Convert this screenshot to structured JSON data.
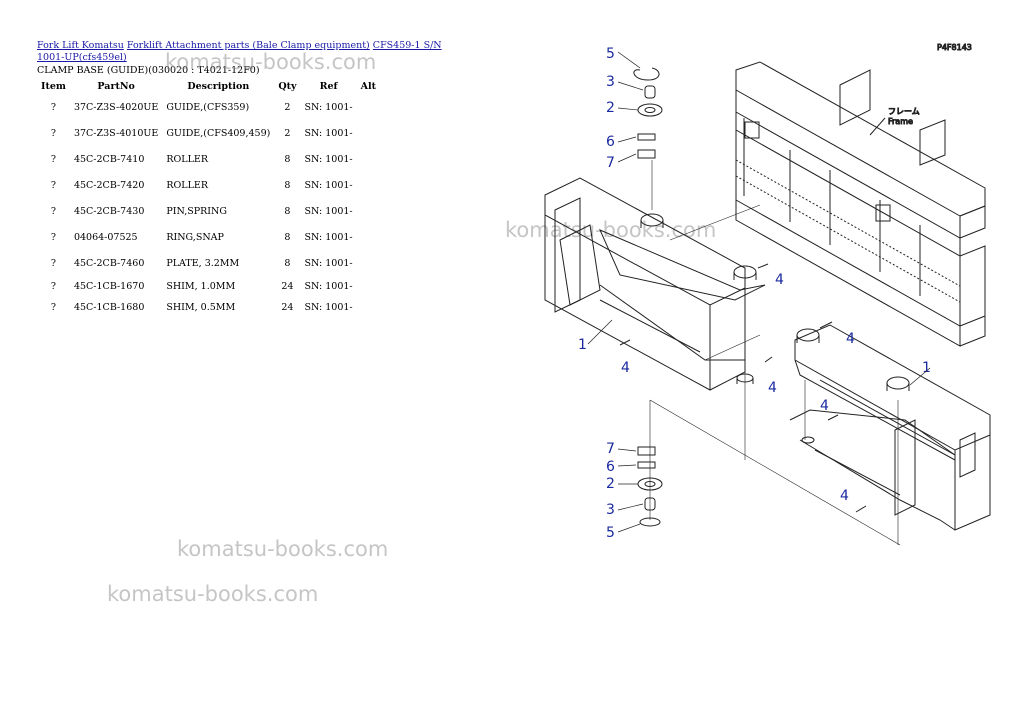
{
  "breadcrumb": {
    "link1": "Fork Lift Komatsu",
    "link2": "Forklift Attachment parts (Bale Clamp equipment)",
    "link3": "CFS459-1 S/N 1001-UP(cfs459el)"
  },
  "page_title": "CLAMP BASE (GUIDE)(030020 : T4021-12F0)",
  "table": {
    "headers": [
      "Item",
      "PartNo",
      "Description",
      "Qty",
      "Ref",
      "Alt"
    ],
    "rows": [
      [
        "?",
        "37C-Z3S-4020UE",
        "GUIDE,(CFS359)",
        "2",
        "SN: 1001-",
        ""
      ],
      [
        "?",
        "37C-Z3S-4010UE",
        "GUIDE,(CFS409,459)",
        "2",
        "SN: 1001-",
        ""
      ],
      [
        "?",
        "45C-2CB-7410",
        "ROLLER",
        "8",
        "SN: 1001-",
        ""
      ],
      [
        "?",
        "45C-2CB-7420",
        "ROLLER",
        "8",
        "SN: 1001-",
        ""
      ],
      [
        "?",
        "45C-2CB-7430",
        "PIN,SPRING",
        "8",
        "SN: 1001-",
        ""
      ],
      [
        "?",
        "04064-07525",
        "RING,SNAP",
        "8",
        "SN: 1001-",
        ""
      ],
      [
        "?",
        "45C-2CB-7460",
        "PLATE, 3.2MM",
        "8",
        "SN: 1001-",
        ""
      ],
      [
        "?",
        "45C-1CB-1670",
        "SHIM, 1.0MM",
        "24",
        "SN: 1001-",
        ""
      ],
      [
        "?",
        "45C-1CB-1680",
        "SHIM, 0.5MM",
        "24",
        "SN: 1001-",
        ""
      ]
    ]
  },
  "watermarks": [
    "komatsu-books.com",
    "komatsu-books.com",
    "komatsu-books.com",
    "komatsu-books.com"
  ],
  "diagram": {
    "ref_code": "P4F8143",
    "frame_jp": "フレーム",
    "frame_en": "Frame",
    "callouts": [
      "5",
      "3",
      "2",
      "6",
      "7",
      "4",
      "1",
      "4",
      "4",
      "4",
      "1",
      "4",
      "4",
      "7",
      "6",
      "2",
      "3",
      "5"
    ]
  },
  "colors": {
    "link": "#1a1aa8",
    "callout": "#1a2aa0",
    "watermark": "#969696"
  }
}
